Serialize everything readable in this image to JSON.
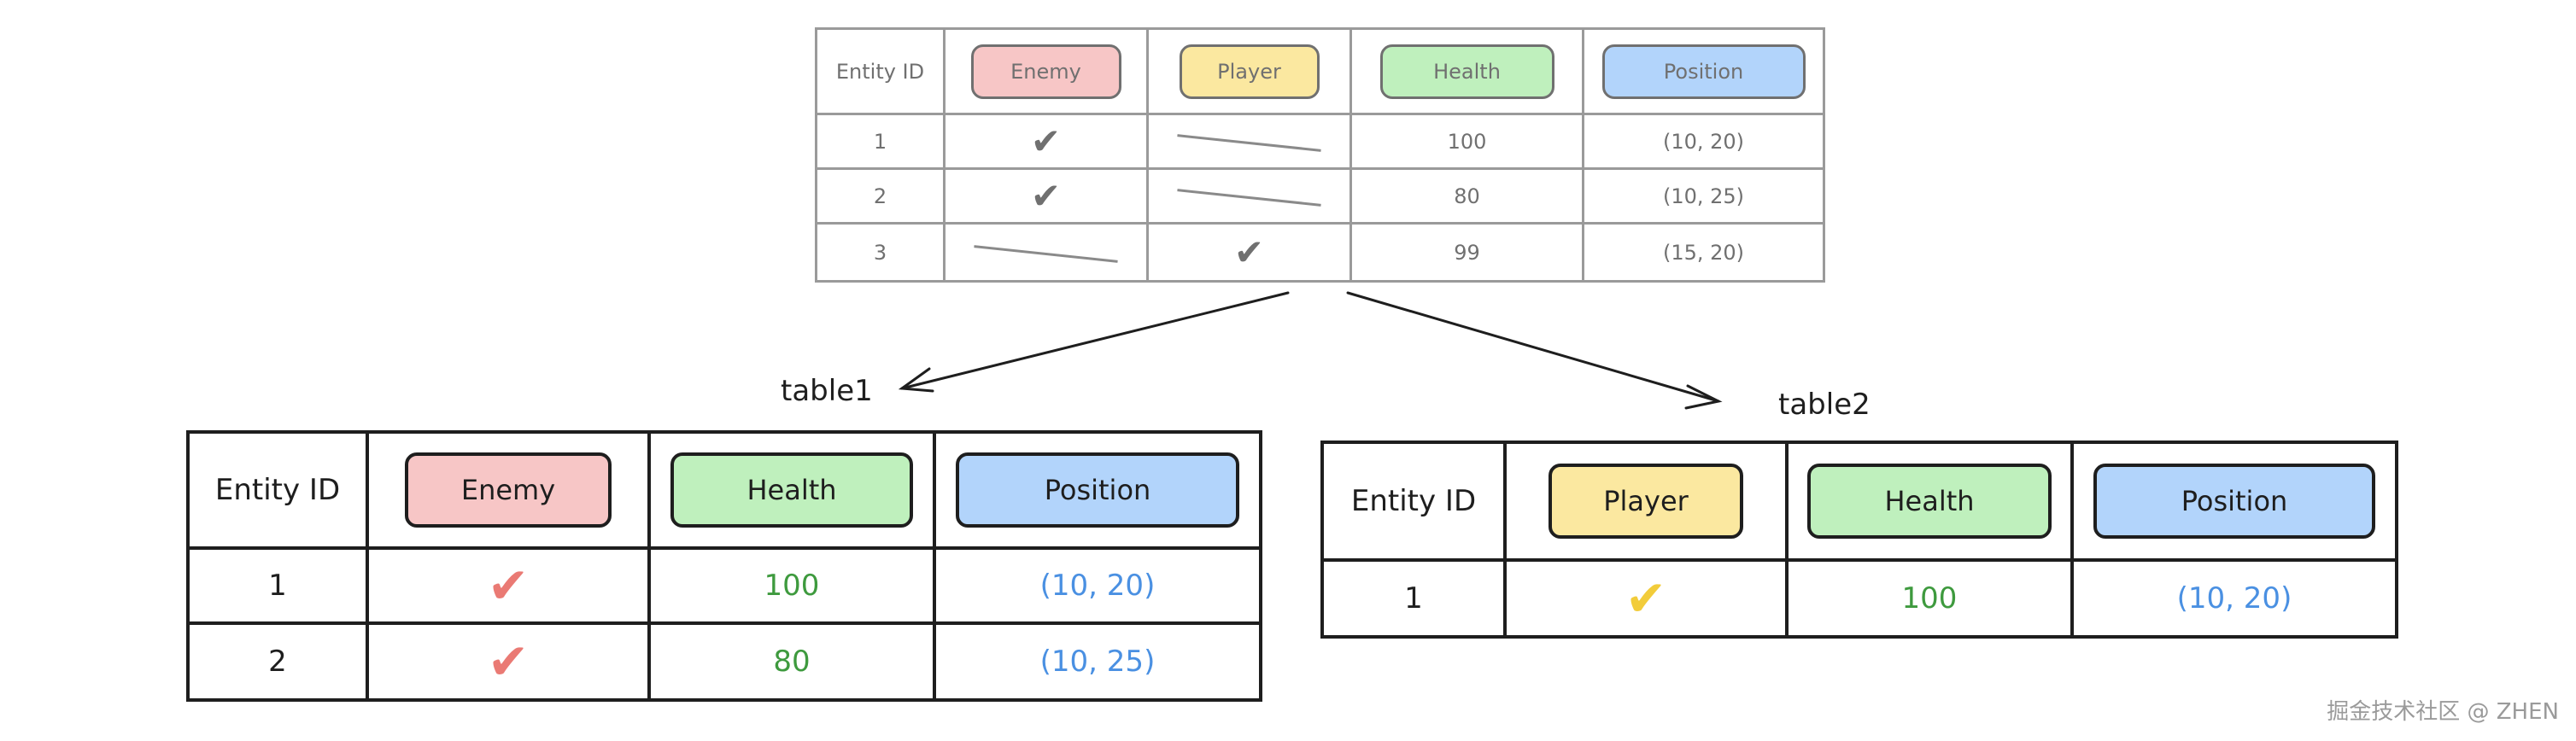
{
  "colors": {
    "enemy": "#f7c6c6",
    "player": "#fbe8a0",
    "health": "#bff0bd",
    "position": "#b2d4fb",
    "enemy_check": "#ea7a74",
    "player_check": "#f2cc3a",
    "health_text": "#3e9a3e",
    "position_text": "#4a90e2",
    "gray_check": "#707070"
  },
  "top_table": {
    "headers": [
      "Entity ID",
      "Enemy",
      "Player",
      "Health",
      "Position"
    ],
    "rows": [
      {
        "id": "1",
        "enemy": "✔",
        "player": "",
        "health": "100",
        "position": "(10, 20)"
      },
      {
        "id": "2",
        "enemy": "✔",
        "player": "",
        "health": "80",
        "position": "(10, 25)"
      },
      {
        "id": "3",
        "enemy": "",
        "player": "✔",
        "health": "99",
        "position": "(15, 20)"
      }
    ]
  },
  "table1": {
    "label": "table1",
    "headers": [
      "Entity ID",
      "Enemy",
      "Health",
      "Position"
    ],
    "rows": [
      {
        "id": "1",
        "enemy": "✔",
        "health": "100",
        "position": "(10, 20)"
      },
      {
        "id": "2",
        "enemy": "✔",
        "health": "80",
        "position": "(10, 25)"
      }
    ]
  },
  "table2": {
    "label": "table2",
    "headers": [
      "Entity ID",
      "Player",
      "Health",
      "Position"
    ],
    "rows": [
      {
        "id": "1",
        "player": "✔",
        "health": "100",
        "position": "(10, 20)"
      }
    ]
  },
  "footer": "掘金技术社区 @ ZHEN"
}
